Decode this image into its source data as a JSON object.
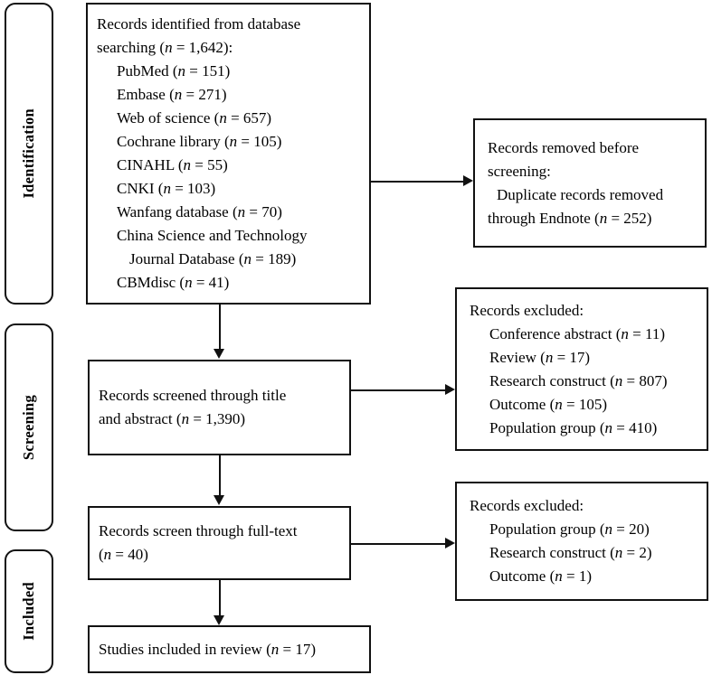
{
  "diagram": {
    "title": "PRISMA study selection flow diagram",
    "stages": [
      {
        "id": "identification",
        "label": "Identification"
      },
      {
        "id": "screening",
        "label": "Screening"
      },
      {
        "id": "included",
        "label": "Included"
      }
    ],
    "main_nodes": [
      {
        "id": "records-identified",
        "lines": [
          {
            "text": "Records identified from database",
            "indent": 0
          },
          {
            "text": "searching (n = 1,642):",
            "indent": 0
          },
          {
            "text": "PubMed (n = 151)",
            "indent": 1
          },
          {
            "text": "Embase (n = 271)",
            "indent": 1
          },
          {
            "text": "Web of science (n = 657)",
            "indent": 1
          },
          {
            "text": "Cochrane library (n = 105)",
            "indent": 1
          },
          {
            "text": "CINAHL (n = 55)",
            "indent": 1
          },
          {
            "text": "CNKI (n = 103)",
            "indent": 1
          },
          {
            "text": "Wanfang database (n = 70)",
            "indent": 1
          },
          {
            "text": "China Science and Technology",
            "indent": 1
          },
          {
            "text": "Journal Database (n = 189)",
            "indent": 2
          },
          {
            "text": "CBMdisc (n = 41)",
            "indent": 1
          }
        ]
      },
      {
        "id": "records-screened",
        "lines": [
          {
            "text": "Records screened through title",
            "indent": 0
          },
          {
            "text": "and abstract (n = 1,390)",
            "indent": 0
          }
        ]
      },
      {
        "id": "records-full-text",
        "lines": [
          {
            "text": "Records screen through full-text",
            "indent": 0
          },
          {
            "text": "(n = 40)",
            "indent": 0
          }
        ]
      },
      {
        "id": "studies-included",
        "lines": [
          {
            "text": "Studies included in review (n = 17)",
            "indent": 0
          }
        ]
      }
    ],
    "side_nodes": [
      {
        "id": "records-removed",
        "lines": [
          {
            "text": "Records removed before",
            "indent": 0
          },
          {
            "text": "screening:",
            "indent": 0
          },
          {
            "text": "Duplicate records removed",
            "indent": 1
          },
          {
            "text": "through Endnote (n = 252)",
            "indent": 0
          }
        ]
      },
      {
        "id": "records-excluded-title-abstract",
        "lines": [
          {
            "text": "Records excluded:",
            "indent": 0
          },
          {
            "text": "Conference abstract (n = 11)",
            "indent": 1
          },
          {
            "text": "Review (n = 17)",
            "indent": 1
          },
          {
            "text": "Research construct (n = 807)",
            "indent": 1
          },
          {
            "text": "Outcome (n = 105)",
            "indent": 1
          },
          {
            "text": "Population group (n = 410)",
            "indent": 1
          }
        ]
      },
      {
        "id": "records-excluded-full-text",
        "lines": [
          {
            "text": "Records excluded:",
            "indent": 0
          },
          {
            "text": "Population group (n = 20)",
            "indent": 1
          },
          {
            "text": "Research construct (n = 2)",
            "indent": 1
          },
          {
            "text": "Outcome (n = 1)",
            "indent": 1
          }
        ]
      }
    ],
    "counts": {
      "total_identified": 1642,
      "pubmed": 151,
      "embase": 271,
      "web_of_science": 657,
      "cochrane_library": 105,
      "cinahl": 55,
      "cnki": 103,
      "wanfang": 70,
      "china_science_technology_journal_database": 189,
      "cbmdisc": 41,
      "duplicates_removed": 252,
      "screened_title_abstract": 1390,
      "excluded_conference_abstract": 11,
      "excluded_review": 17,
      "excluded_research_construct": 807,
      "excluded_outcome": 105,
      "excluded_population_group": 410,
      "full_text_screened": 40,
      "fulltext_excluded_population_group": 20,
      "fulltext_excluded_research_construct": 2,
      "fulltext_excluded_outcome": 1,
      "studies_included": 17
    },
    "colors": {
      "stroke": "#111111",
      "background": "#ffffff",
      "text": "#000000"
    }
  }
}
